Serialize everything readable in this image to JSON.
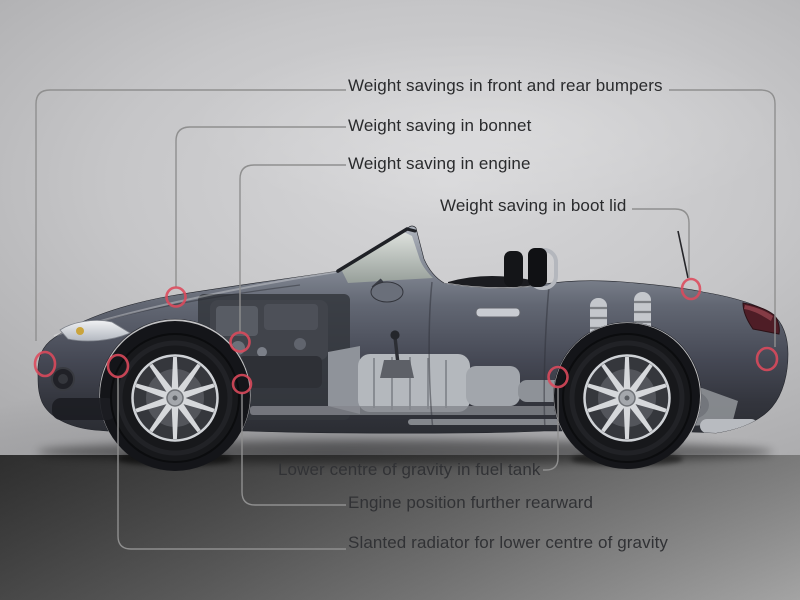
{
  "figure": {
    "type": "annotated cutaway diagram",
    "subject": "Convertible roadster side cutaway with lightweight engineering callouts",
    "accent_color": "#dd4a5c",
    "line_color": "#8f8f8f"
  },
  "labels": {
    "bumpers": "Weight savings in front and rear bumpers",
    "bonnet": "Weight saving in bonnet",
    "engine": "Weight saving in engine",
    "boot_lid": "Weight saving in boot lid",
    "fuel_tank": "Lower centre of gravity in fuel tank",
    "engine_position": "Engine position further rearward",
    "radiator": "Slanted radiator for lower centre of gravity"
  },
  "markers": [
    {
      "part": "front-bumper"
    },
    {
      "part": "radiator"
    },
    {
      "part": "bonnet"
    },
    {
      "part": "engine"
    },
    {
      "part": "gearbox"
    },
    {
      "part": "fuel-tank"
    },
    {
      "part": "boot-lid"
    },
    {
      "part": "rear-bumper"
    }
  ]
}
